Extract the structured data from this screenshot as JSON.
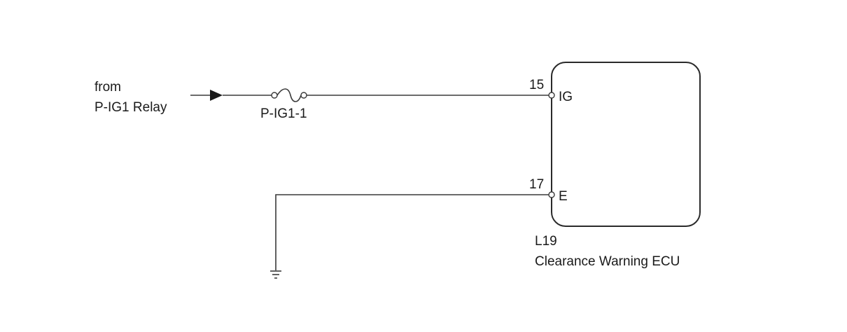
{
  "source": {
    "line1": "from",
    "line2": "P-IG1 Relay"
  },
  "fuse": {
    "label": "P-IG1-1"
  },
  "ecu": {
    "connector": "L19",
    "name": "Clearance Warning ECU",
    "pins": [
      {
        "number": "15",
        "name": "IG"
      },
      {
        "number": "17",
        "name": "E"
      }
    ]
  },
  "icons": {
    "arrow": "arrow-right-icon",
    "fuse": "fuse-icon",
    "ground": "ground-icon"
  },
  "colors": {
    "line": "#3a3a3a",
    "text": "#1a1a1a",
    "background": "#ffffff"
  }
}
